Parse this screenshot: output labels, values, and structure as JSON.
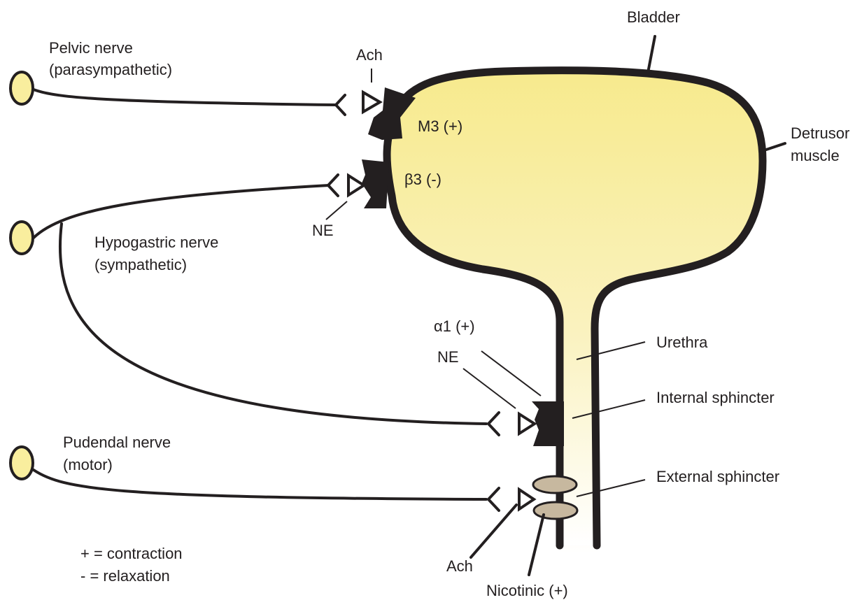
{
  "labels": {
    "bladder": "Bladder",
    "detrusor_line1": "Detrusor",
    "detrusor_line2": "muscle",
    "pelvic_line1": "Pelvic nerve",
    "pelvic_line2": "(parasympathetic)",
    "hypogastric_line1": "Hypogastric nerve",
    "hypogastric_line2": "(sympathetic)",
    "pudendal_line1": "Pudendal nerve",
    "pudendal_line2": "(motor)",
    "ach_top": "Ach",
    "m3": "M3 (+)",
    "beta3": "β3 (-)",
    "ne_top": "NE",
    "alpha1": "α1 (+)",
    "ne_bottom": "NE",
    "urethra": "Urethra",
    "internal_sphincter": "Internal sphincter",
    "external_sphincter": "External sphincter",
    "ach_bottom": "Ach",
    "nicotinic": "Nicotinic (+)"
  },
  "legend": {
    "plus": "+ = contraction",
    "minus": "- = relaxation"
  },
  "colors": {
    "ganglion_fill": "#f9ee9e",
    "bladder_fill_top": "#f7ea8d",
    "bladder_fill_bottom": "#fdfae6",
    "outline": "#231f20",
    "sphincter_fill": "#c7b89f"
  }
}
